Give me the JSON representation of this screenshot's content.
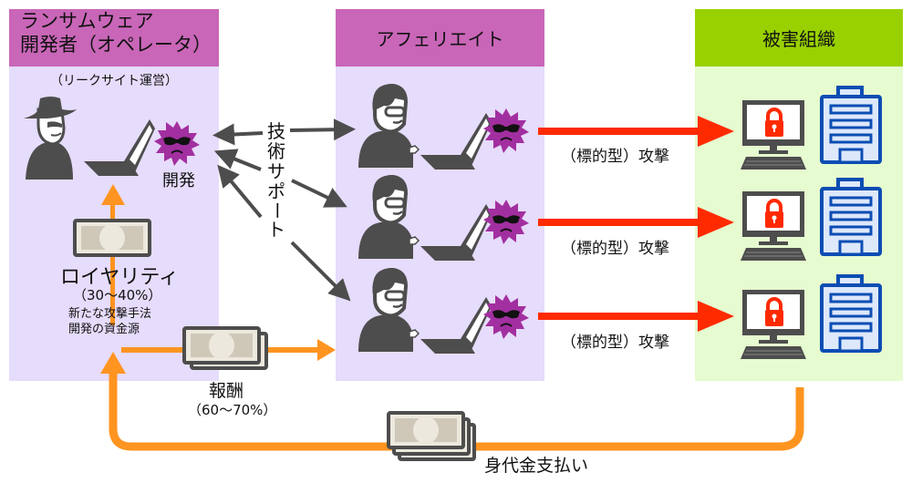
{
  "operator": {
    "title_line1": "ランサムウェア",
    "title_line2": "開発者（オペレータ）",
    "subtitle": "（リークサイト運営）",
    "develop_label": "開発",
    "royalty_label": "ロイヤリティ",
    "royalty_pct": "（30〜40%）",
    "royalty_note1": "新たな攻撃手法",
    "royalty_note2": "開発の資金源"
  },
  "support_label": [
    "技",
    "術",
    "サ",
    "ポ",
    "ー",
    "ト"
  ],
  "affiliate": {
    "title": "アフェリエイト",
    "attacks": [
      {
        "label": "（標的型）攻撃"
      },
      {
        "label": "（標的型）攻撃"
      },
      {
        "label": "（標的型）攻撃"
      }
    ]
  },
  "victim": {
    "title": "被害組織"
  },
  "reward": {
    "label": "報酬",
    "pct": "（60〜70%）"
  },
  "ransom_payment_label": "身代金支払い",
  "colors": {
    "operator_header": "#c966b8",
    "panel_purple": "#e6dcfb",
    "victim_header": "#99d100",
    "panel_green": "#e6fbd0",
    "money_flow": "#ff9420",
    "attack_arrow": "#ff2a00",
    "malware": "#a22fa0",
    "building": "#0b4db3",
    "lock": "#ff2a00",
    "icon_dark": "#4d4d4d"
  }
}
